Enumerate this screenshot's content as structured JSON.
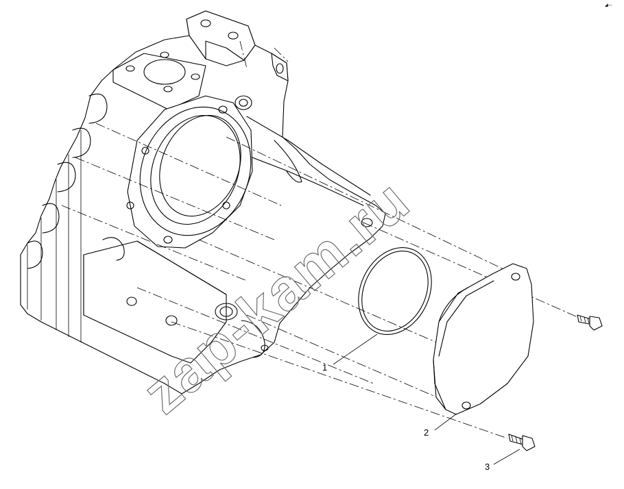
{
  "watermark": "zap-kam.ru",
  "corner_mark": "◢—",
  "callouts": [
    {
      "id": "1",
      "label": "1"
    },
    {
      "id": "2",
      "label": "2"
    },
    {
      "id": "3",
      "label": "3"
    }
  ]
}
